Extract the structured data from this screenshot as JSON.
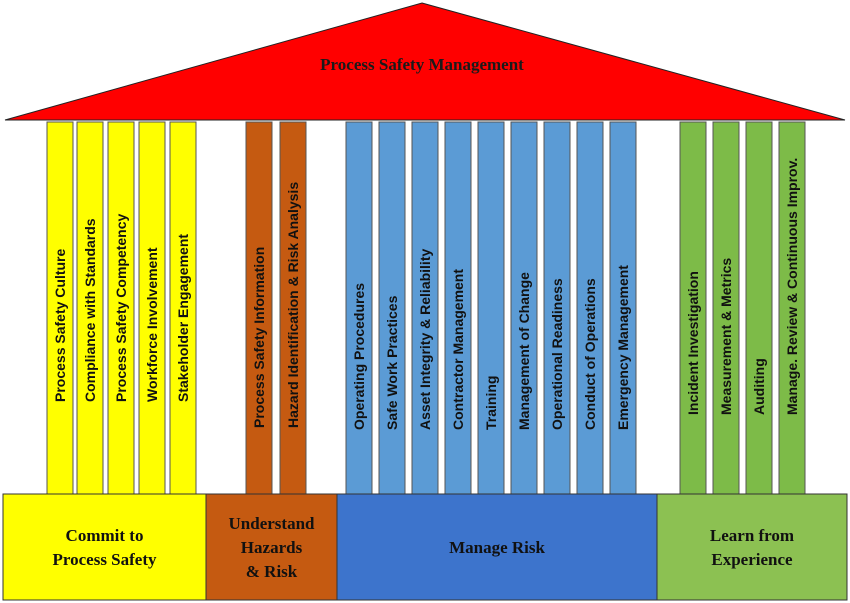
{
  "roof": {
    "title": "Process Safety Management",
    "color": "#ff0000"
  },
  "groups": [
    {
      "id": "commit",
      "label_lines": [
        "Commit to",
        "Process Safety"
      ],
      "color": "#ffff00",
      "pillars": [
        "Process Safety Culture",
        "Compliance with Standards",
        "Process Safety Competency",
        "Workforce Involvement",
        "Stakeholder Engagement"
      ]
    },
    {
      "id": "understand",
      "label_lines": [
        "Understand",
        "Hazards",
        "& Risk"
      ],
      "color": "#c55a11",
      "pillars": [
        "Process Safety Information",
        "Hazard Identification & Risk Analysis"
      ]
    },
    {
      "id": "manage",
      "label_lines": [
        "Manage Risk"
      ],
      "color": "#3d74cc",
      "pillar_color": "#5b9bd5",
      "pillars": [
        "Operating Procedures",
        "Safe Work Practices",
        "Asset Integrity & Reliability",
        "Contractor Management",
        "Training",
        "Management of Change",
        "Operational Readiness",
        "Conduct of Operations",
        "Emergency Management"
      ]
    },
    {
      "id": "learn",
      "label_lines": [
        "Learn from",
        "Experience"
      ],
      "color": "#8cc152",
      "pillar_color": "#7dbb48",
      "pillars": [
        "Incident Investigation",
        "Measurement & Metrics",
        "Auditing",
        "Manage. Review & Continuous Improv."
      ]
    }
  ]
}
